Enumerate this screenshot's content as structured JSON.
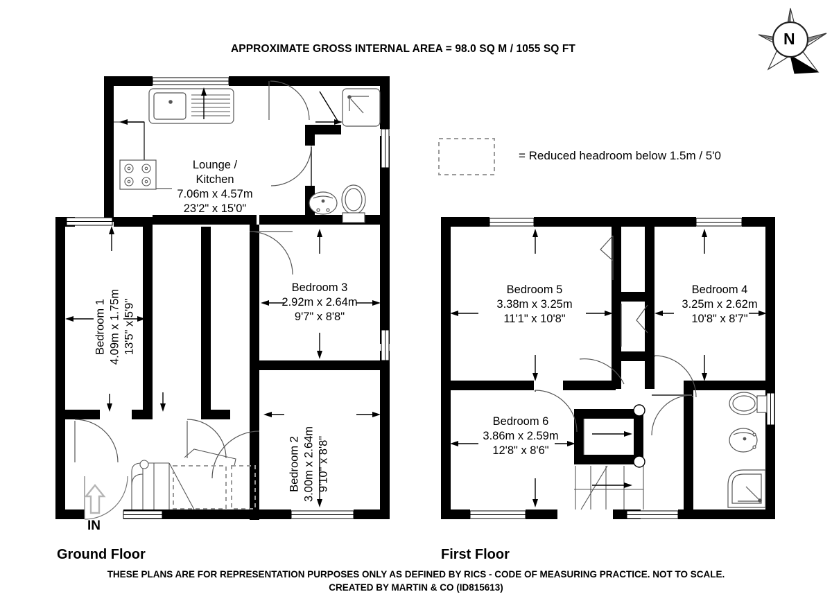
{
  "header": {
    "title": "APPROXIMATE GROSS INTERNAL AREA = 98.0 SQ M / 1055 SQ FT"
  },
  "compass": {
    "label": "N",
    "icon": "compass-north-icon"
  },
  "legend": {
    "text": "= Reduced headroom below 1.5m / 5'0",
    "swatch": "dashed-rectangle-swatch"
  },
  "floors": [
    {
      "id": "ground",
      "label": "Ground Floor"
    },
    {
      "id": "first",
      "label": "First Floor"
    }
  ],
  "entrance": {
    "label": "IN",
    "icon": "entrance-arrow-icon"
  },
  "rooms": {
    "lounge_kitchen": {
      "name": "Lounge /",
      "name2": "Kitchen",
      "metric": "7.06m x 4.57m",
      "imperial": "23'2\" x 15'0\""
    },
    "bedroom1": {
      "name": "Bedroom 1",
      "metric": "4.09m x 1.75m",
      "imperial": "13'5\" x 5'9\""
    },
    "bedroom2": {
      "name": "Bedroom 2",
      "metric": "3.00m x 2.64m",
      "imperial": "9'10\" x 8'8\""
    },
    "bedroom3": {
      "name": "Bedroom 3",
      "metric": "2.92m x 2.64m",
      "imperial": "9'7\" x 8'8\""
    },
    "bedroom4": {
      "name": "Bedroom 4",
      "metric": "3.25m x 2.62m",
      "imperial": "10'8\" x 8'7\""
    },
    "bedroom5": {
      "name": "Bedroom 5",
      "metric": "3.38m x 3.25m",
      "imperial": "11'1\" x 10'8\""
    },
    "bedroom6": {
      "name": "Bedroom 6",
      "metric": "3.86m x 2.59m",
      "imperial": "12'8\" x 8'6\""
    }
  },
  "footer": {
    "line1": "THESE PLANS ARE FOR REPRESENTATION PURPOSES ONLY AS DEFINED BY RICS - CODE OF MEASURING PRACTICE. NOT TO SCALE.",
    "line2": "CREATED BY MARTIN & CO (ID815613)"
  },
  "colors": {
    "wall": "#000000",
    "background": "#ffffff",
    "fixture_line": "#555555",
    "dim_line": "#000000",
    "headroom_dash": "#9a9a9a"
  }
}
